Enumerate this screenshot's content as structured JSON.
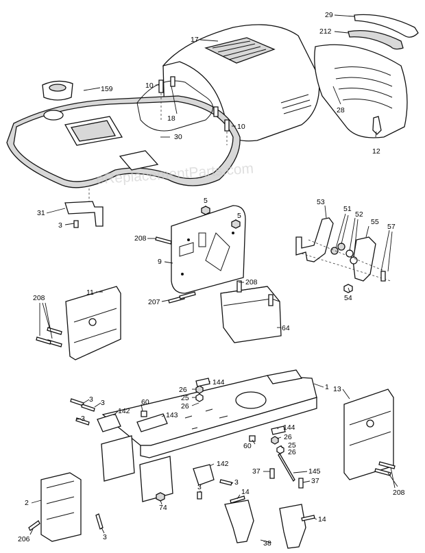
{
  "watermark": "eReplacementParts.com",
  "callouts": [
    {
      "id": "c29",
      "label": "29"
    },
    {
      "id": "c212",
      "label": "212"
    },
    {
      "id": "c17",
      "label": "17"
    },
    {
      "id": "c159",
      "label": "159"
    },
    {
      "id": "c10a",
      "label": "10"
    },
    {
      "id": "c18",
      "label": "18"
    },
    {
      "id": "c28",
      "label": "28"
    },
    {
      "id": "c10b",
      "label": "10"
    },
    {
      "id": "c30",
      "label": "30"
    },
    {
      "id": "c12",
      "label": "12"
    },
    {
      "id": "c31",
      "label": "31"
    },
    {
      "id": "c3a",
      "label": "3"
    },
    {
      "id": "c5a",
      "label": "5"
    },
    {
      "id": "c5b",
      "label": "5"
    },
    {
      "id": "c53",
      "label": "53"
    },
    {
      "id": "c51",
      "label": "51"
    },
    {
      "id": "c52",
      "label": "52"
    },
    {
      "id": "c55",
      "label": "55"
    },
    {
      "id": "c57",
      "label": "57"
    },
    {
      "id": "c208a",
      "label": "208"
    },
    {
      "id": "c9",
      "label": "9"
    },
    {
      "id": "c208b",
      "label": "208"
    },
    {
      "id": "c207",
      "label": "207"
    },
    {
      "id": "c54",
      "label": "54"
    },
    {
      "id": "c208c",
      "label": "208"
    },
    {
      "id": "c11",
      "label": "11"
    },
    {
      "id": "c64",
      "label": "64"
    },
    {
      "id": "c1",
      "label": "1"
    },
    {
      "id": "c144a",
      "label": "144"
    },
    {
      "id": "c26a",
      "label": "26"
    },
    {
      "id": "c25a",
      "label": "25"
    },
    {
      "id": "c26b",
      "label": "26"
    },
    {
      "id": "c13",
      "label": "13"
    },
    {
      "id": "c3b",
      "label": "3"
    },
    {
      "id": "c3c",
      "label": "3"
    },
    {
      "id": "c60a",
      "label": "60"
    },
    {
      "id": "c3d",
      "label": "3"
    },
    {
      "id": "c142a",
      "label": "142"
    },
    {
      "id": "c143",
      "label": "143"
    },
    {
      "id": "c144b",
      "label": "144"
    },
    {
      "id": "c26c",
      "label": "26"
    },
    {
      "id": "c60b",
      "label": "60"
    },
    {
      "id": "c25b",
      "label": "25"
    },
    {
      "id": "c26d",
      "label": "26"
    },
    {
      "id": "c142b",
      "label": "142"
    },
    {
      "id": "c37a",
      "label": "37"
    },
    {
      "id": "c145",
      "label": "145"
    },
    {
      "id": "c37b",
      "label": "37"
    },
    {
      "id": "c3e",
      "label": "3"
    },
    {
      "id": "c3f",
      "label": "3"
    },
    {
      "id": "c208d",
      "label": "208"
    },
    {
      "id": "c2",
      "label": "2"
    },
    {
      "id": "c74",
      "label": "74"
    },
    {
      "id": "c14a",
      "label": "14"
    },
    {
      "id": "c14b",
      "label": "14"
    },
    {
      "id": "c3g",
      "label": "3"
    },
    {
      "id": "c38",
      "label": "38"
    },
    {
      "id": "c206",
      "label": "206"
    }
  ]
}
